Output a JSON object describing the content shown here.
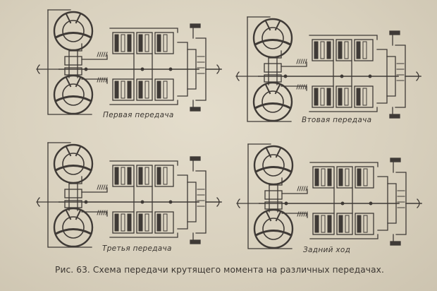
{
  "panels": [
    {
      "label": "Первая передача"
    },
    {
      "label": "Втовая передача"
    },
    {
      "label": "Третья передача"
    },
    {
      "label": "Задний ход"
    }
  ],
  "caption": "Рис. 63. Схема передачи крутящего момента на различных передачах.",
  "colors": {
    "ink": "#3f3a36",
    "paper": "#d9d2c0"
  }
}
